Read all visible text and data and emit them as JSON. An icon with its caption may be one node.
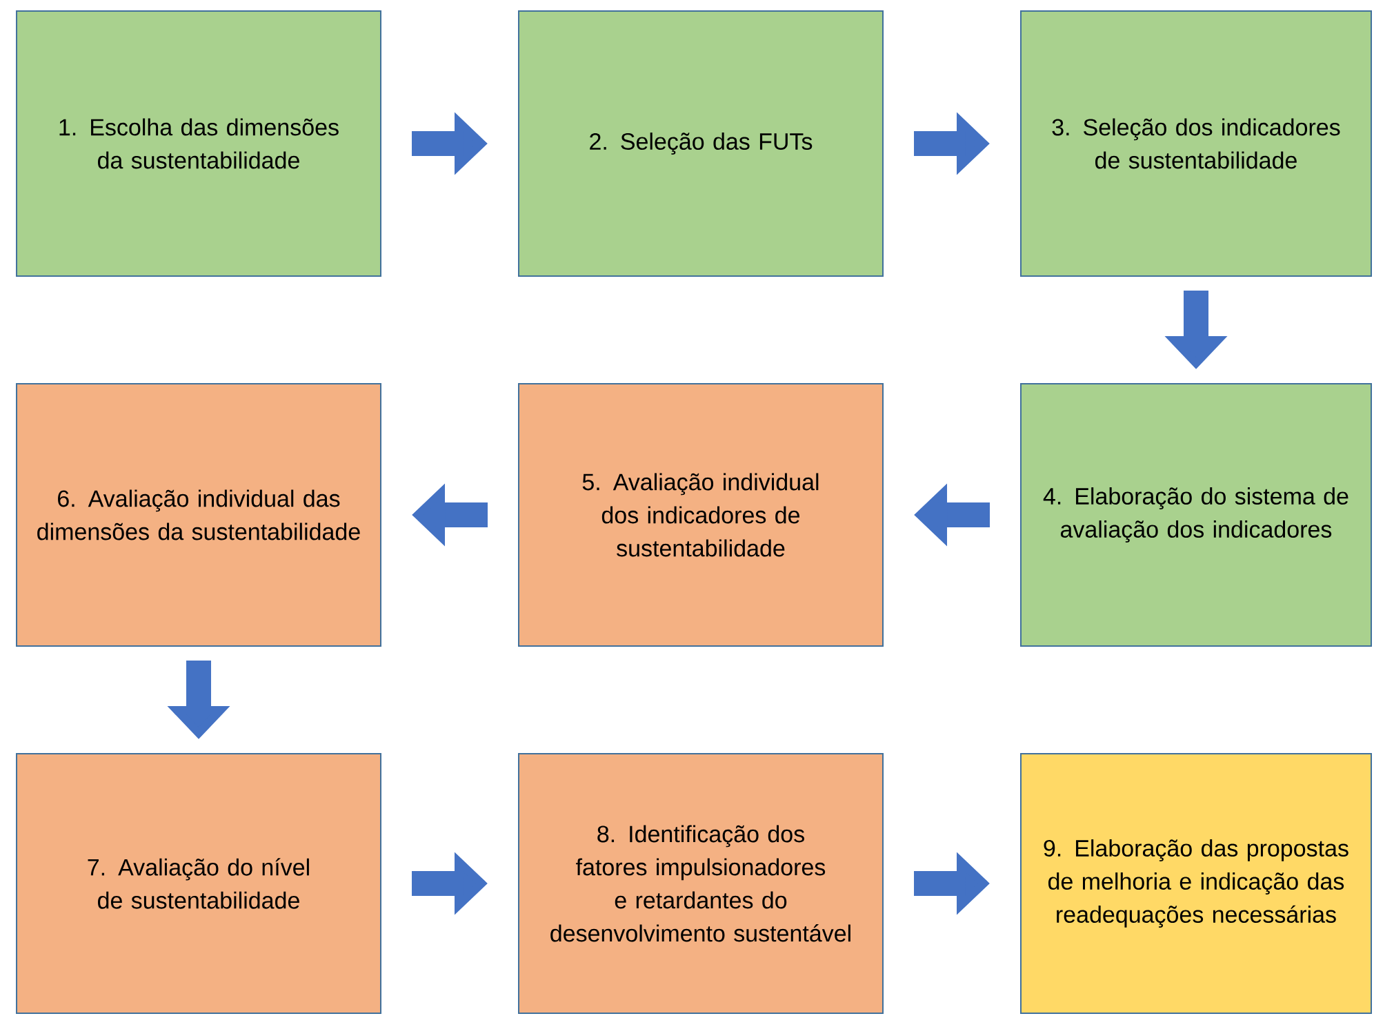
{
  "diagram": {
    "nodes": [
      {
        "text": [
          "1. Escolha das dimensões da sustentabilidade"
        ]
      },
      {
        "text": [
          "2. Seleção das FUTs"
        ]
      },
      {
        "text": [
          "3. Seleção dos indicadores de sustentabilidade"
        ]
      },
      {
        "text": [
          "4. Elaboração do sistema de avaliação dos indicadores"
        ]
      },
      {
        "text": [
          "5. Avaliação individual dos indicadores de sustentabilidade"
        ]
      },
      {
        "text": [
          "6. Avaliação individual das dimensões da sustentabilidade"
        ]
      },
      {
        "text": [
          "7. Avaliação do nível de sustentabilidade"
        ]
      },
      {
        "text": [
          "8. Identificação dos fatores impulsionadores e retardantes do desenvolvimento sustentável"
        ]
      },
      {
        "text": [
          "9. Elaboração das propostas de melhoria e indicação das readequações necessárias"
        ]
      }
    ],
    "edges": [
      {
        "from": 0,
        "to": 1,
        "arrow": "to"
      },
      {
        "from": 1,
        "to": 2,
        "arrow": "to"
      },
      {
        "from": 2,
        "to": 3,
        "arrow": "to"
      },
      {
        "from": 3,
        "to": 4,
        "arrow": "to"
      },
      {
        "from": 4,
        "to": 5,
        "arrow": "to"
      },
      {
        "from": 5,
        "to": 6,
        "arrow": "to"
      },
      {
        "from": 6,
        "to": 7,
        "arrow": "to"
      },
      {
        "from": 7,
        "to": 8,
        "arrow": "to"
      }
    ]
  }
}
